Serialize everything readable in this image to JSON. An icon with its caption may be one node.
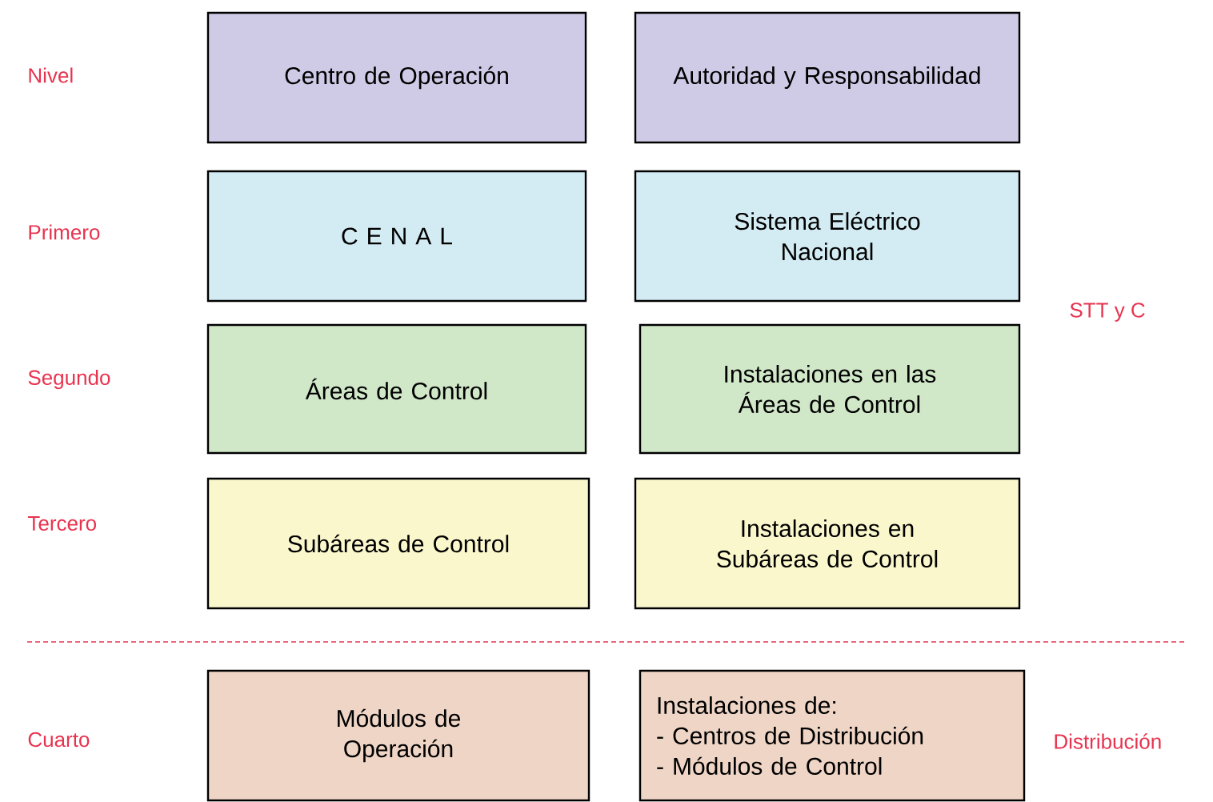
{
  "diagram": {
    "nodes": [
      {
        "text": [
          "Centro de Operación"
        ]
      },
      {
        "text": [
          "Autoridad y Responsabilidad"
        ]
      },
      {
        "text": [
          "C E N A L"
        ]
      },
      {
        "text": [
          "Sistema Eléctrico Nacional"
        ]
      },
      {
        "text": [
          "Áreas de Control"
        ]
      },
      {
        "text": [
          "Instalaciones en las Áreas de Control"
        ]
      },
      {
        "text": [
          "Subáreas de Control"
        ]
      },
      {
        "text": [
          "Instalaciones en Subáreas de Control"
        ]
      },
      {
        "text": [
          "Módulos de Operación"
        ]
      },
      {
        "text": [
          "Instalaciones de:",
          "- Centros de Distribución",
          "- Módulos de Control"
        ]
      }
    ],
    "labels": [
      "Nivel",
      "Primero",
      "STT y C",
      "Segundo",
      "Tercero",
      "Cuarto",
      "Distribución"
    ]
  }
}
